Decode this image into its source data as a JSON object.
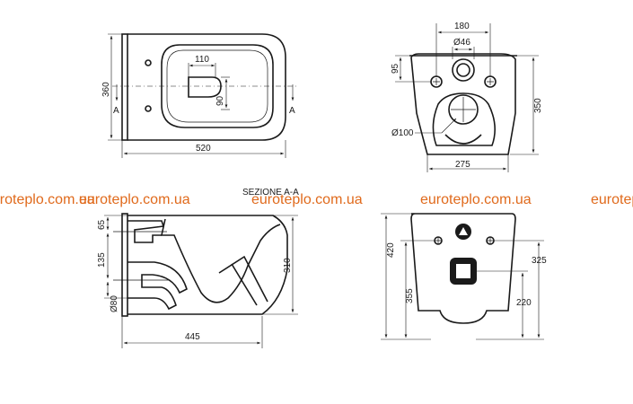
{
  "watermark": "euroteplo.com.ua",
  "section_label": "SEZIONE A-A",
  "section_mark": "A",
  "top_view": {
    "width": "520",
    "depth": "360",
    "seat_w": "110",
    "seat_d": "90"
  },
  "rear_view": {
    "bolt_spacing": "180",
    "outlet_dia": "Ø46",
    "bolt_height": "95",
    "height": "350",
    "inlet_dia": "Ø100",
    "base_width": "275"
  },
  "section_view": {
    "d_top": "65",
    "d_mid": "135",
    "outlet": "Ø80",
    "height": "310",
    "length": "445"
  },
  "wall_view": {
    "total": "420",
    "mid": "355",
    "right_top": "325",
    "right_low": "220"
  }
}
